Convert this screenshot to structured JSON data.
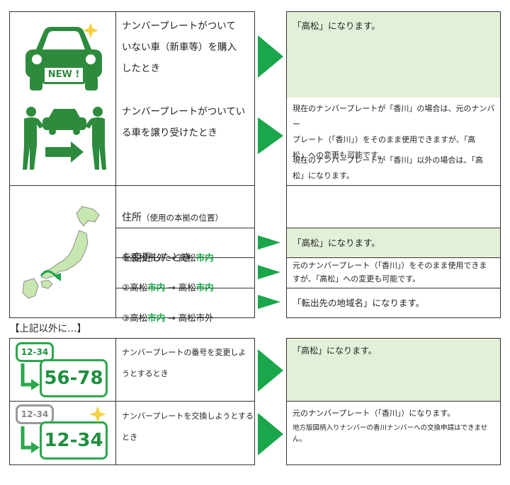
{
  "upper": {
    "row1_text": "ナンバープレートがついて\nいない車（新車等）を購入\nしたとき",
    "row1_result": "「高松」になります。",
    "row2_text": "ナンバープレートがついてい\nる車を譲り受けたとき",
    "row2_result_p1": "現在のナンバープレートが「香川」の場合は、元のナンバー\nプレート（「香川」）をそのまま使用できますが、「高\n松」への変更も可能です。",
    "row2_result_p2": "現在のナンバープレートが「香川」以外の場合は、「高\n松」になります。",
    "new_badge": "NEW !"
  },
  "address": {
    "title_main1": "住所",
    "title_sub": "（使用の本拠の位置）",
    "title_main2": "を変更したとき",
    "case1_prefix": "①高松市外 → 高松",
    "case1_green": "市内",
    "case1_result": "「高松」になります。",
    "case2_prefix": "②高松",
    "case2_green1": "市内",
    "case2_mid": " → 高松",
    "case2_green2": "市内",
    "case2_result": "元のナンバープレート（「香川」）をそのまま使用できま\nすが、「高松」への変更も可能です。",
    "case3_prefix": "③高松",
    "case3_green": "市内",
    "case3_suffix": " → 高松市外",
    "case3_result": "「転出先の地域名」になります。"
  },
  "other": {
    "heading": "【上記以外に…】",
    "row1_text": "ナンバープレートの番号を変更しよ\nうとするとき",
    "row1_result": "「高松」になります。",
    "row1_plate_small": "12-34",
    "row1_plate_big": "56-78",
    "row2_text": "ナンバープレートを交換しようとする\nとき",
    "row2_result": "元のナンバープレート（「香川」）になります。",
    "row2_note": "地方版図柄入りナンバーの香川ナンバーへの交換申請はできません。",
    "row2_plate_small": "12-34",
    "row2_plate_big": "12-34"
  },
  "colors": {
    "accent": "#1aa64b",
    "icon": "#2e8b3e",
    "panel": "#e3f0d9",
    "map": "#c8e6b0"
  }
}
